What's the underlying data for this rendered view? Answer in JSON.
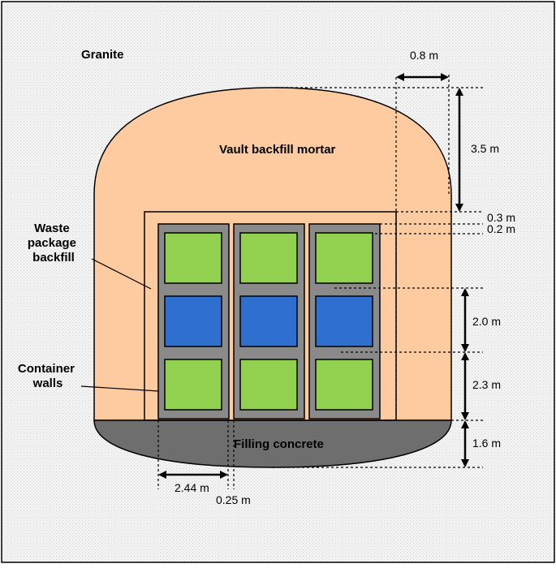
{
  "labels": {
    "granite": "Granite",
    "vault_backfill": "Vault backfill mortar",
    "waste_package_backfill": [
      "Waste",
      "package",
      "backfill"
    ],
    "container_walls": [
      "Container",
      "walls"
    ],
    "filling_concrete": "Filling concrete"
  },
  "dimensions": {
    "dim_0_8": "0.8 m",
    "dim_3_5": "3.5 m",
    "dim_0_3": "0.3 m",
    "dim_0_2": "0.2 m",
    "dim_2_0": "2.0 m",
    "dim_2_3": "2.3 m",
    "dim_1_6": "1.6 m",
    "dim_2_44": "2.44 m",
    "dim_0_25": "0.25 m"
  },
  "containers": {
    "columns": 3,
    "rows": [
      "waste-green",
      "waste-blue",
      "waste-green"
    ]
  },
  "colors": {
    "granite_bg": "#f0f0f0",
    "mortar": "#fdcb9f",
    "concrete": "#6e6e6e",
    "container_frame": "#8a8a8a",
    "waste_green": "#92d050",
    "waste_blue": "#2f6fd0",
    "outline": "#000000"
  }
}
